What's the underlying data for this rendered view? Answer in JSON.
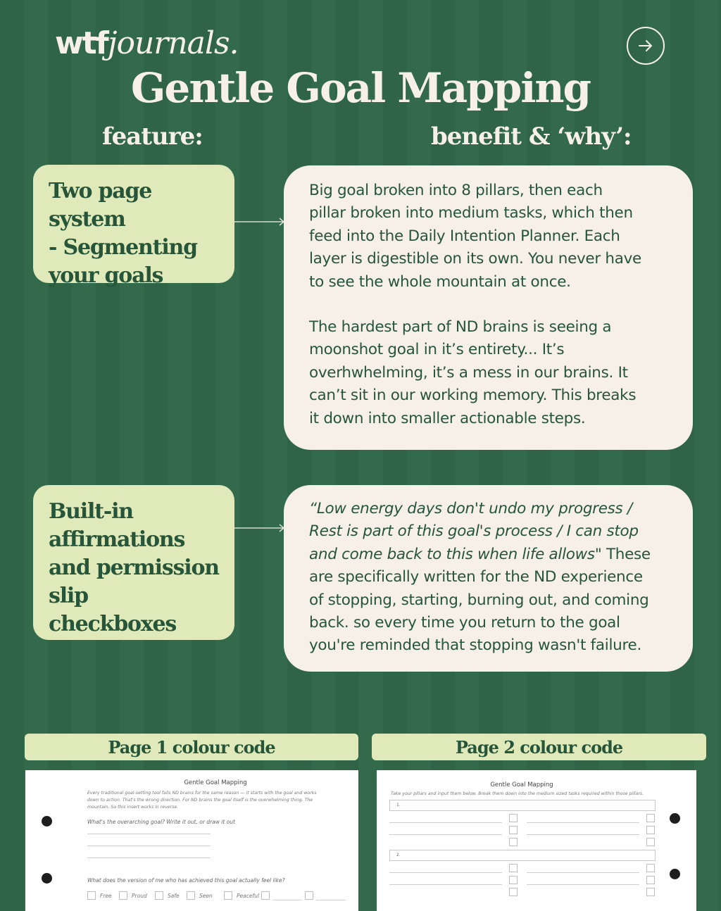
{
  "brand": {
    "logo_bold": "wtf",
    "logo_italic": "journals."
  },
  "header": {
    "title": "Gentle Goal Mapping",
    "next_icon": "arrow-right-icon"
  },
  "columns": {
    "feature_label": "feature:",
    "benefit_label": "benefit & ‘why’:"
  },
  "rows": [
    {
      "feature": [
        "Two page system",
        "- Segmenting",
        "your goals"
      ],
      "benefit_paragraphs": [
        [
          "Big goal broken into 8 pillars, then each",
          "pillar broken into medium tasks, which then",
          "feed into the Daily Intention Planner. Each",
          "layer is digestible on its own. You never have",
          "to see the whole mountain at once."
        ],
        [
          "The hardest part of ND brains is seeing a",
          "moonshot goal in it’s entirety... It’s",
          "overhwhelming, it’s a mess in our brains. It",
          "can’t sit in our working memory. This breaks",
          "it down into smaller actionable steps."
        ]
      ]
    },
    {
      "feature": [
        "Built-in",
        "affirmations",
        "and permission",
        "slip checkboxes"
      ],
      "benefit_quote": [
        "“Low energy days don't undo my progress /",
        "Rest is part of this goal's process / I can stop",
        "and come back to this when life allows\""
      ],
      "benefit_quote_tail": " These",
      "benefit_lines": [
        "are specifically written for the ND experience",
        "of stopping, starting, burning out, and coming",
        "back. so every time you return to the goal",
        "you're reminded that stopping wasn't failure."
      ]
    }
  ],
  "colour_codes": [
    {
      "label": "Page 1 colour code",
      "preview_title": "Gentle Goal Mapping",
      "intro": [
        "Every traditional goal-setting tool fails ND brains for the same reason — it starts with the goal and works",
        "down to action. That's the wrong direction. For ND brains the goal itself is the overwhelming thing. The",
        "mountain. So this insert works in reverse."
      ],
      "question_1": "What's the overarching goal? Write it out, or draw it out",
      "question_2": "What does the version of me who has achieved this goal actually feel like?",
      "checkbox_labels": [
        "Free",
        "Proud",
        "Safe",
        "Seen",
        "Peaceful"
      ]
    },
    {
      "label": "Page 2 colour code",
      "preview_title": "Gentle Goal Mapping",
      "intro": "Take your pillars and input them below. Break them down into the medium sized tasks required within those pillars.",
      "pillar_numbers": [
        "1.",
        "2."
      ]
    }
  ],
  "colors": {
    "background": "#2f6447",
    "feature_bg": "#dfe9b9",
    "benefit_bg": "#f7f0e6",
    "text_dark": "#26553a",
    "text_light": "#f6f0e6"
  }
}
